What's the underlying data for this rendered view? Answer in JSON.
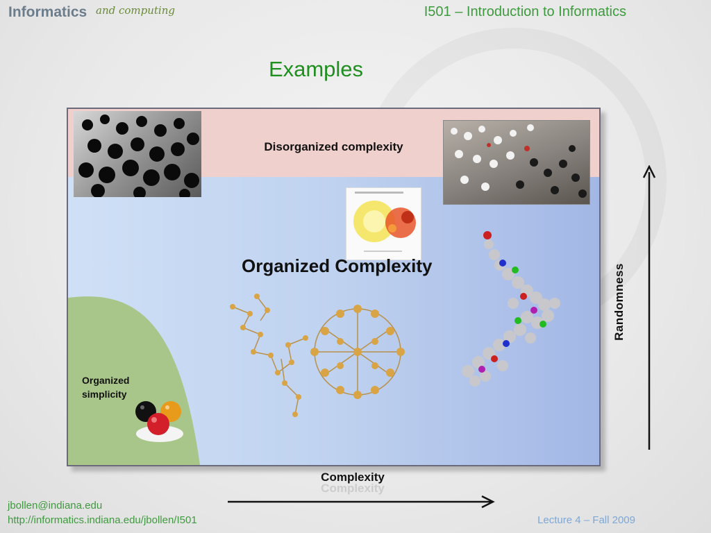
{
  "header": {
    "logo_text": "Informatics",
    "logo_script": "and computing",
    "course_title": "I501 – Introduction to Informatics"
  },
  "slide": {
    "title": "Examples"
  },
  "diagram": {
    "region_top_label": "Disorganized complexity",
    "region_main_label": "Organized Complexity",
    "region_corner_label": "Organized simplicity",
    "y_axis_label": "Randomness",
    "x_axis_label": "Complexity"
  },
  "images": [
    {
      "name": "black-balls-photo"
    },
    {
      "name": "crowd-riot-photo"
    },
    {
      "name": "social-network-graph"
    },
    {
      "name": "fullerene-molecule"
    },
    {
      "name": "protein-molecule"
    },
    {
      "name": "three-balls"
    }
  ],
  "colors": {
    "title_green": "#1f8f1f",
    "header_green": "#3e9a3e",
    "top_band": "#f0d0cc",
    "main_blue": "#bfd2ef",
    "corner_green": "#a9c68a",
    "lecture_blue": "#7da7d6"
  },
  "footer": {
    "email": "jbollen@indiana.edu",
    "url": "http://informatics.indiana.edu/jbollen/I501",
    "lecture": "Lecture 4 – Fall 2009"
  }
}
